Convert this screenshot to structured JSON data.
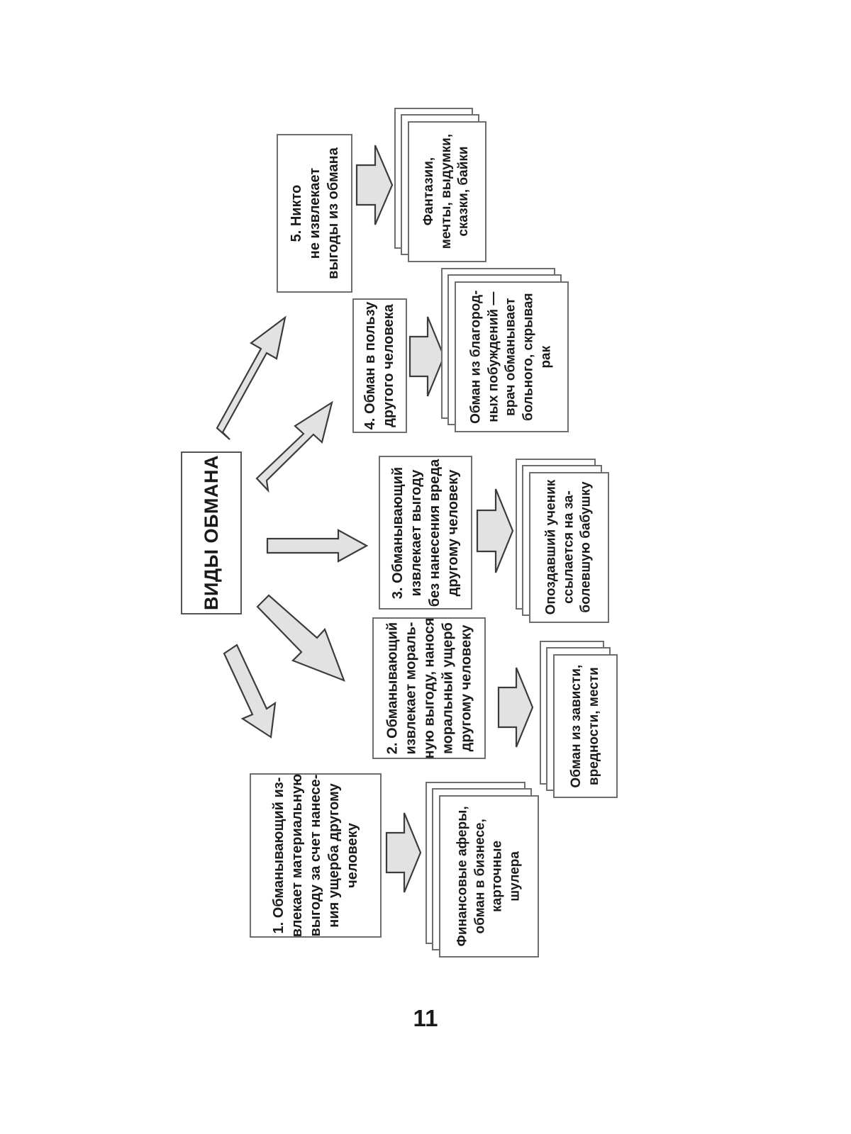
{
  "page": {
    "number": "11",
    "title": "ВИДЫ ОБМАНА",
    "orientation": "rotated-90-ccw",
    "colors": {
      "box_border": "#6e6e6e",
      "box_fill": "#ffffff",
      "arrow_fill": "#e2e2e2",
      "arrow_stroke": "#3c3c3c",
      "text": "#1a1a1a",
      "background": "#ffffff"
    }
  },
  "diagram": {
    "type": "radial-flowchart",
    "center_label": "ВИДЫ ОБМАНА",
    "branches": [
      {
        "id": 1,
        "category": "1. Обманывающий из-\nвлекает материальную\nвыгоду за счет нанесе-\nния ущерба другому\nчеловеку",
        "example": "Финансовые аферы,\nобман в бизнесе,\nкарточные\nшулера",
        "connector": "block-arrow-right",
        "stacked_sheets": 3
      },
      {
        "id": 2,
        "category": "2. Обманывающий\nизвлекает мораль-\nную выгоду, нанося\nморальный ущерб\nдругому человеку",
        "example": "Обман из зависти,\nвредности, мести",
        "connector": "block-arrow-right",
        "stacked_sheets": 3
      },
      {
        "id": 3,
        "category": "3. Обманывающий\nизвлекает выгоду\nбез нанесения вреда\nдругому человеку",
        "example": "Опоздавший ученик\nссылается на за-\nболевшую бабушку",
        "connector": "block-arrow-right",
        "stacked_sheets": 3
      },
      {
        "id": 4,
        "category": "4. Обман в пользу\nдругого человека",
        "example": "Обман из благород-\nных побуждений —\nврач обманывает\nбольного, скрывая\nрак",
        "connector": "block-arrow-right",
        "stacked_sheets": 3
      },
      {
        "id": 5,
        "category": "5. Никто\nне извлекает\nвыгоды из обмана",
        "example": "Фантазии,\nмечты, выдумки,\nсказки, байки",
        "connector": "block-arrow-right",
        "stacked_sheets": 3
      }
    ],
    "center_arrows": [
      {
        "to": 1,
        "icon": "arrow-diagonal-down-right"
      },
      {
        "to": 2,
        "icon": "arrow-diagonal-down-right"
      },
      {
        "to": 3,
        "icon": "arrow-right"
      },
      {
        "to": 4,
        "icon": "arrow-diagonal-up-right"
      },
      {
        "to": 5,
        "icon": "arrow-diagonal-up-right"
      }
    ]
  }
}
